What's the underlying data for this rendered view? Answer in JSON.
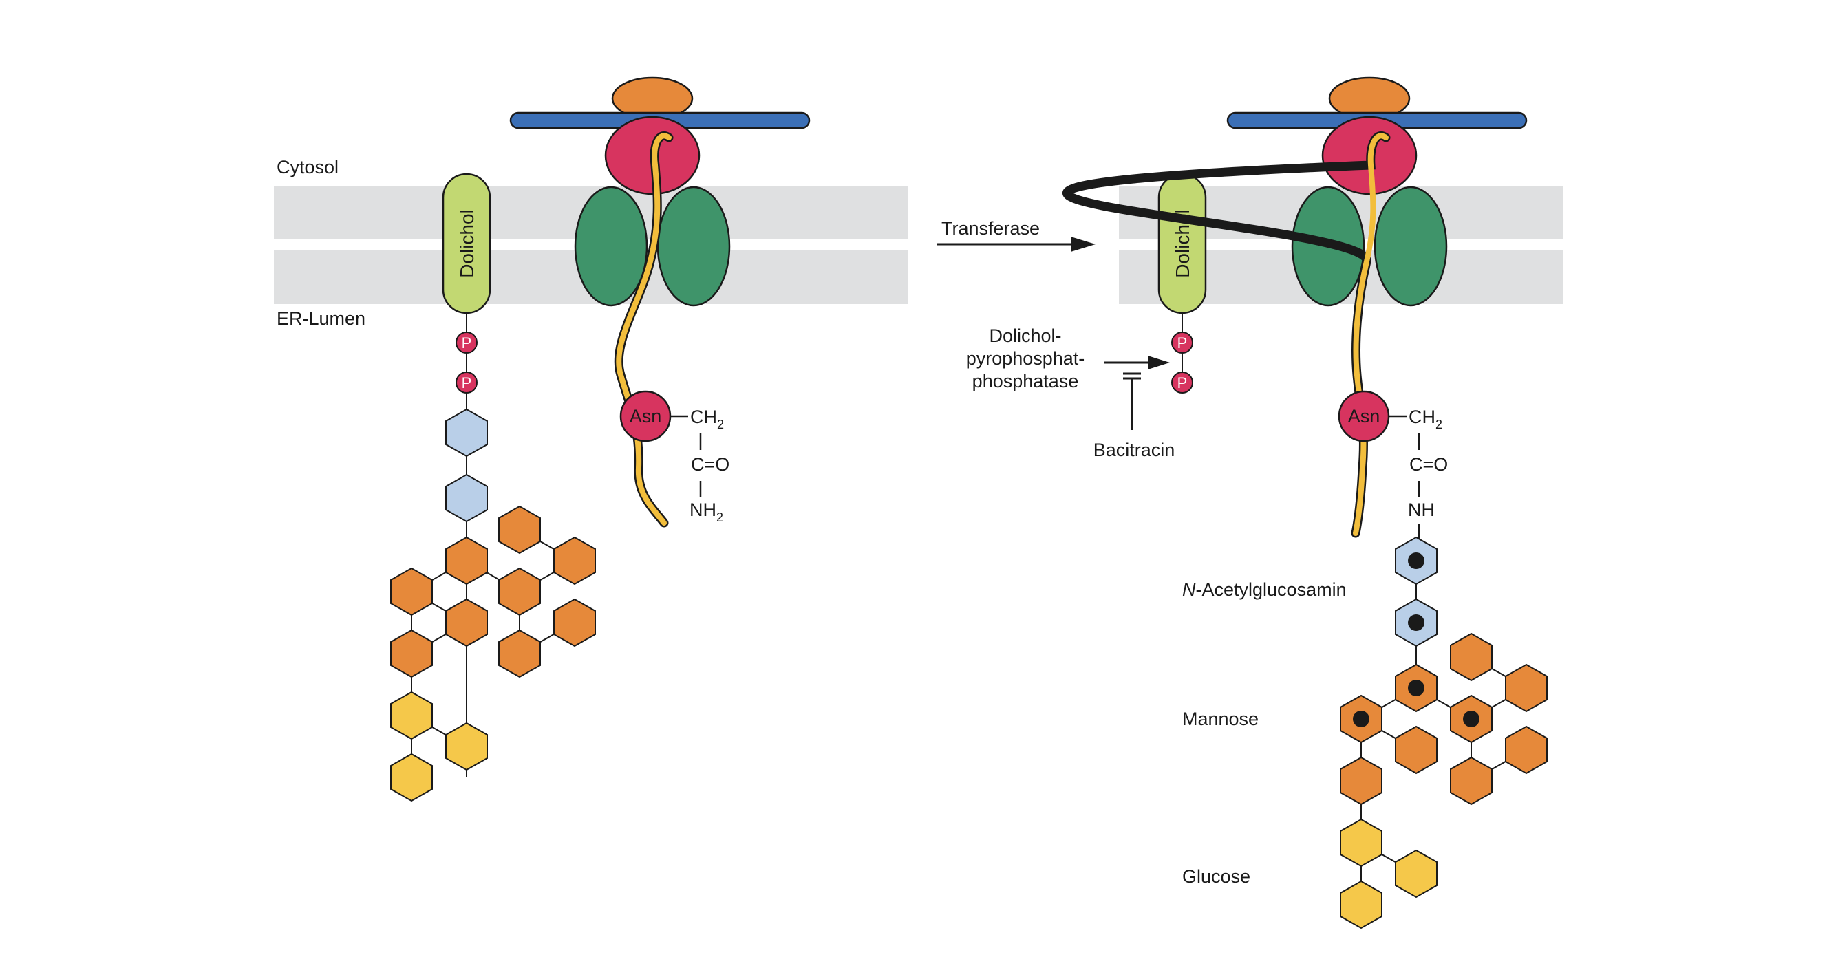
{
  "labels": {
    "cytosol": "Cytosol",
    "er_lumen": "ER-Lumen",
    "transferase": "Transferase",
    "dolichol": "Dolichol",
    "phosphate": "P",
    "asn": "Asn",
    "enzyme_line1": "Dolichol-",
    "enzyme_line2": "pyrophosphat-",
    "enzyme_line3": "phosphatase",
    "bacitracin": "Bacitracin",
    "n_prefix": "N",
    "acetylglucosamin": "-Acetylglucosamin",
    "mannose": "Mannose",
    "glucose": "Glucose"
  },
  "chem": {
    "ch": "CH",
    "sub2": "2",
    "co": "C=O",
    "nh": "NH",
    "nh2_sub": "2"
  },
  "colors": {
    "membrane": "#dfe0e1",
    "ribosome_small": "#e6893a",
    "ribosome_large": "#d7345f",
    "mrna": "#3b6fb6",
    "translocon": "#3f946a",
    "peptide": "#f2be3c",
    "dolichol": "#c2d872",
    "phosphate": "#d7345f",
    "glcnac": "#b9cfe8",
    "mannose": "#e6893a",
    "glucose": "#f5c84a"
  }
}
